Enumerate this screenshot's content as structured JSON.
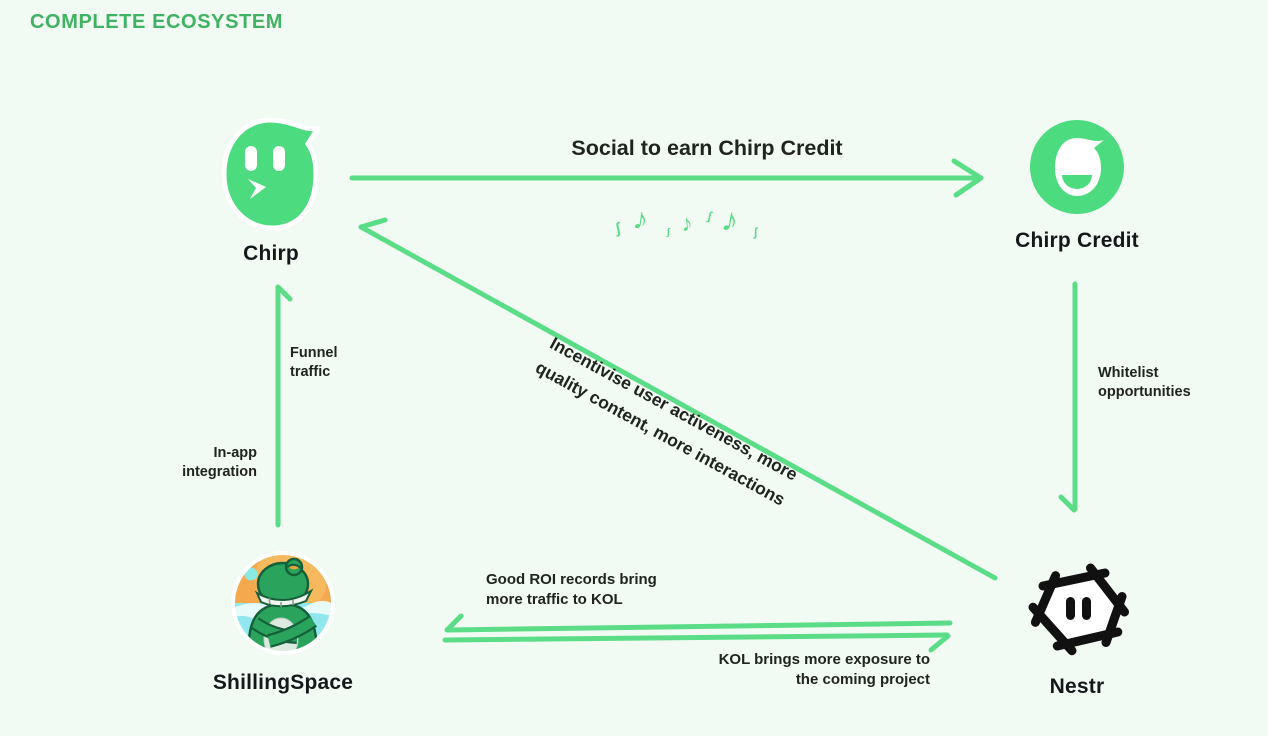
{
  "colors": {
    "bg": "#f2faf4",
    "accent_green": "#5bdd87",
    "logo_green": "#4cdb7f",
    "title_green": "#3fb263",
    "ink": "#20241f"
  },
  "header": {
    "title": "COMPLETE ECOSYSTEM"
  },
  "nodes": {
    "chirp": {
      "label": "Chirp"
    },
    "chirp_credit": {
      "label": "Chirp Credit"
    },
    "shillingspace": {
      "label": "ShillingSpace"
    },
    "nestr": {
      "label": "Nestr"
    }
  },
  "edges": {
    "social_to_earn": {
      "label": "Social to earn Chirp Credit",
      "from": "Chirp",
      "to": "Chirp Credit"
    },
    "incentivise": {
      "label": "Incentivise user activeness, more\nquality content, more interactions",
      "from": "Nestr",
      "to": "Chirp"
    },
    "funnel_traffic": {
      "label": "Funnel\ntraffic",
      "from": "ShillingSpace",
      "to": "Chirp"
    },
    "in_app_integration": {
      "label": "In-app\nintegration",
      "from": "ShillingSpace",
      "to": "Chirp"
    },
    "whitelist": {
      "label": "Whitelist\nopportunities",
      "from": "Chirp Credit",
      "to": "Nestr"
    },
    "good_roi": {
      "label": "Good ROI records bring\nmore traffic to KOL",
      "from": "Nestr",
      "to": "ShillingSpace"
    },
    "kol_exposure": {
      "label": "KOL brings more exposure to\nthe coming project",
      "from": "ShillingSpace",
      "to": "Nestr"
    }
  },
  "decor": {
    "notes": [
      "∫",
      "♪",
      "∫",
      "♪",
      "∫",
      "♪",
      "∫"
    ]
  }
}
